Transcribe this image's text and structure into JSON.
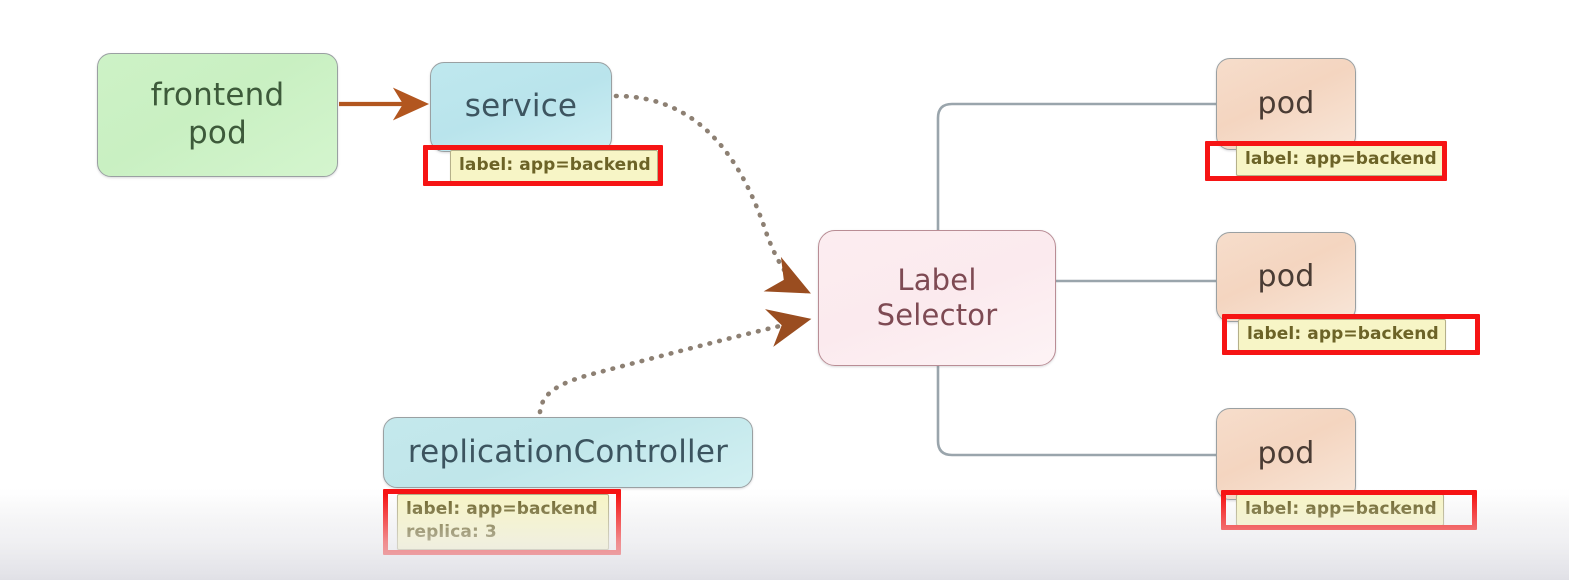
{
  "diagram": {
    "title": "Kubernetes label selector diagram",
    "background_color": "#ffffff",
    "nodes": {
      "frontend_pod": {
        "line1": "frontend",
        "line2": "pod",
        "fill": "#c9f0c2",
        "text_color": "#3d5a3a"
      },
      "service": {
        "label": "service",
        "fill": "#b9e4ec",
        "text_color": "#3d5560"
      },
      "replication_controller": {
        "label": "replicationController",
        "fill": "#c0e6ea",
        "text_color": "#3c545f"
      },
      "label_selector": {
        "line1": "Label",
        "line2": "Selector",
        "fill": "#fbeaee",
        "border_color": "#b98d95",
        "text_color": "#7e4a53"
      },
      "pod_top": {
        "label": "pod",
        "fill": "#f4d5c0",
        "text_color": "#4a3c34"
      },
      "pod_middle": {
        "label": "pod",
        "fill": "#f4d5c0",
        "text_color": "#4a3c34"
      },
      "pod_bottom": {
        "label": "pod",
        "fill": "#f4d5c0",
        "text_color": "#4a3c34"
      }
    },
    "labels": {
      "service_label": "label: app=backend",
      "rc_label_line1": "label: app=backend",
      "rc_label_line2": "replica: 3",
      "pod_top_label": "label: app=backend",
      "pod_middle_label": "label: app=backend",
      "pod_bottom_label": "label: app=backend",
      "chip_fill": "#f7f5c6",
      "chip_text_color": "#6c6327"
    },
    "annotations": {
      "highlight_color": "#f61414",
      "count": 5
    },
    "connectors": {
      "solid_arrow_color": "#b2561f",
      "dotted_line_color": "#8d8073",
      "tree_line_color": "#9aa5ac",
      "frontend_to_service": "solid arrow",
      "service_to_label_selector": "dotted arrow",
      "rc_to_label_selector": "dotted arrow",
      "label_selector_to_pods": "solid branching lines"
    }
  }
}
